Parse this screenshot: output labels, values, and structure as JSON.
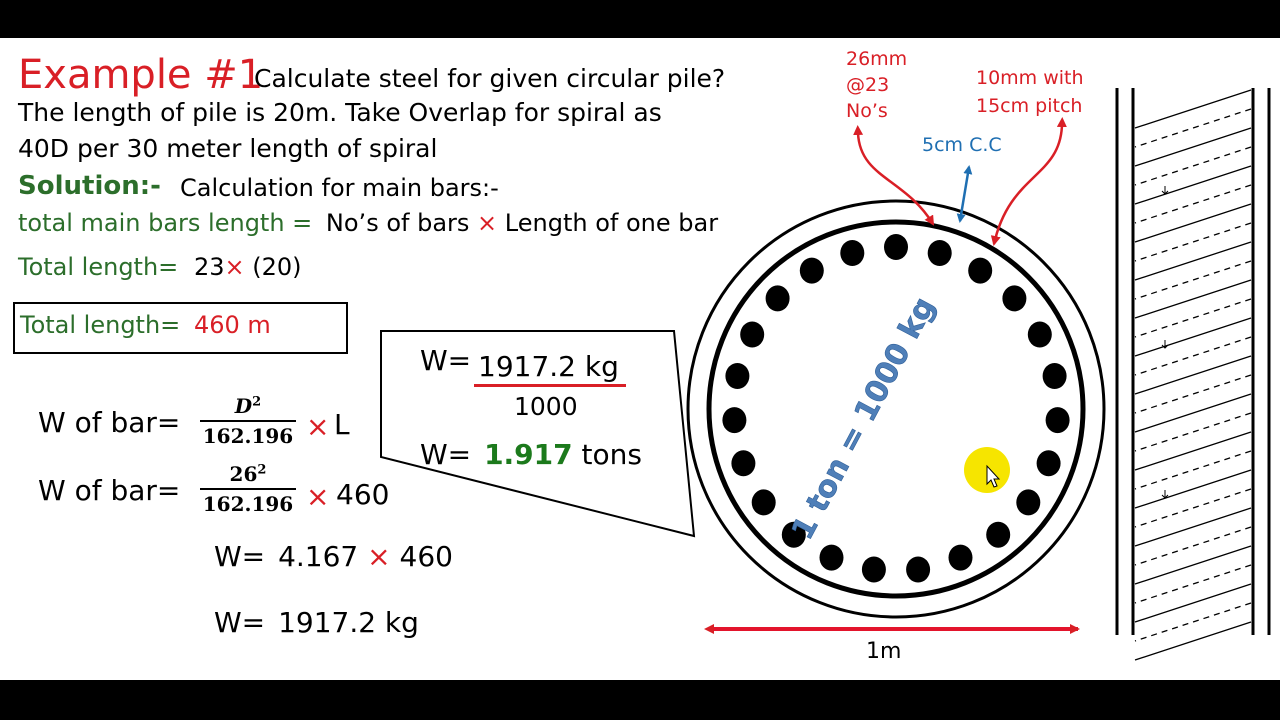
{
  "title": {
    "example": "Example #1",
    "question": "Calculate steel for given circular pile?",
    "line2": "The length of pile is 20m.  Take Overlap for spiral as",
    "line3": "40D per 30 meter length of spiral"
  },
  "solution": {
    "label": "Solution:-",
    "text": "Calculation for main bars:-",
    "formula_prefix": "total main bars length =",
    "formula_a": "No’s of bars",
    "times": "×",
    "formula_b": "Length of one bar"
  },
  "total_length_1": {
    "label": "Total length=",
    "a": "23",
    "times": "×",
    "b": "(20)"
  },
  "total_length_2": {
    "label": "Total length=",
    "value": "460 m"
  },
  "w_of_bar_1": {
    "label": "W of bar=",
    "num": "D",
    "num_exp": "2",
    "den": "162.196",
    "times": "×",
    "rhs": "L"
  },
  "w_of_bar_2": {
    "label": "W of bar=",
    "num": "26",
    "num_exp": "2",
    "den": "162.196",
    "times": "×",
    "rhs": "460"
  },
  "w_line_3": {
    "label": "W=",
    "a": "4.167",
    "times": "×",
    "b": "460"
  },
  "w_line_4": {
    "label": "W=",
    "value": "1917.2 kg"
  },
  "callout": {
    "w_label_1": "W=",
    "numerator": "1917.2 kg",
    "denominator": "1000",
    "w_label_2": "W=",
    "result": "1.917",
    "unit": "tons"
  },
  "diagram": {
    "main_bar_note": [
      "26mm",
      "@23",
      "No’s"
    ],
    "spiral_note": [
      "10mm with",
      "15cm pitch"
    ],
    "spacing_note": "5cm C.C",
    "conversion": "1 ton = 1000 kg",
    "diameter": "1m",
    "bar_count": 23
  },
  "colors": {
    "red": "#d91f26",
    "green": "#2c6e2b",
    "result_green": "#1c7a1c",
    "blue": "#1f6fb2",
    "cursor_highlight": "#f6e500"
  }
}
